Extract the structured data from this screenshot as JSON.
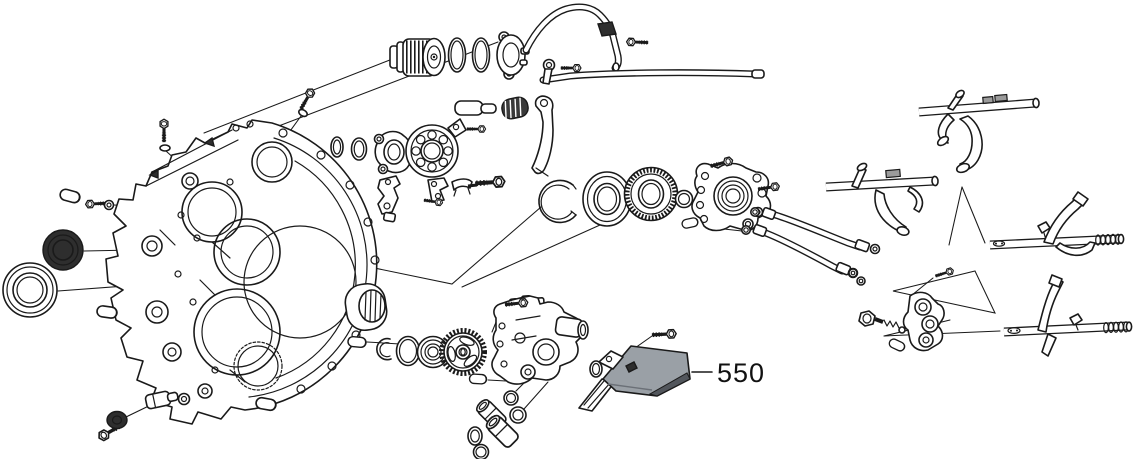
{
  "diagram": {
    "type": "exploded-parts-diagram",
    "callout": {
      "label": "550"
    },
    "parts": [
      "transaxle-housing",
      "oil-seal-large",
      "oil-seal-small",
      "dowel-pins",
      "flange-bolts",
      "drain-bolt",
      "sealing-washer",
      "breather-plug",
      "oil-strainer-cartridge",
      "o-rings",
      "strainer-cover",
      "oil-pipe-upper",
      "oil-pipe-long",
      "detent-spring",
      "shift-lever-arm",
      "bearing-retainer",
      "ball-bearing",
      "interlock-brackets",
      "snap-ring",
      "angular-bearing",
      "toothed-gear",
      "oil-pump-cover",
      "banjo-pipes",
      "roller-bearing",
      "pump-sprocket",
      "oil-pump-body",
      "suction-collars",
      "oil-filter-550",
      "shift-rail-1",
      "shift-rail-2",
      "shift-rail-3",
      "shift-rail-4",
      "detent-bracket",
      "detent-spring-bolt"
    ]
  },
  "colors": {
    "background": "#ffffff",
    "line": "#1a1a1a",
    "seal_fill": "#2e2e2e",
    "hatch_fill": "#9b9b9b",
    "spring_fill": "#3a3a3a",
    "filter_fill": "#9aa0a6",
    "filter_edge": "#52565c"
  }
}
